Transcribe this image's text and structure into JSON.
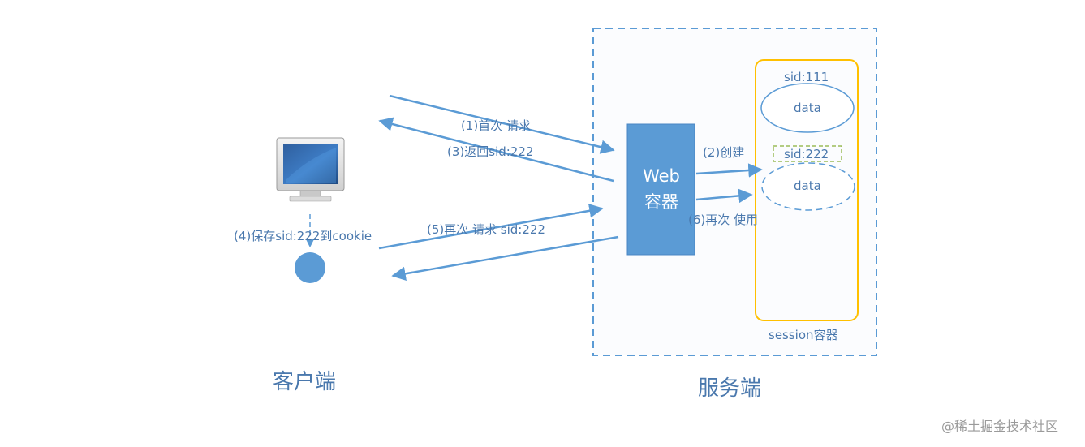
{
  "client": {
    "title": "客户端",
    "save_label": "(4)保存sid:222到cookie"
  },
  "server": {
    "title": "服务端",
    "web_container_line1": "Web",
    "web_container_line2": "容器",
    "session_container_label": "session容器",
    "sessions": [
      {
        "sid_label": "sid:111",
        "data_label": "data"
      },
      {
        "sid_label": "sid:222",
        "data_label": "data"
      }
    ]
  },
  "flow": {
    "step1": "(1)首次 请求",
    "step2": "(2)创建",
    "step3": "(3)返回sid:222",
    "step5": "(5)再次 请求  sid:222",
    "step6": "(6)再次 使用"
  },
  "colors": {
    "blue": "#5b9bd5",
    "web_box": "#5b9bd5",
    "session_border": "#ffc000",
    "sid222_border": "#9bbb59",
    "text": "#4a78ad"
  },
  "watermark": "@稀土掘金技术社区"
}
